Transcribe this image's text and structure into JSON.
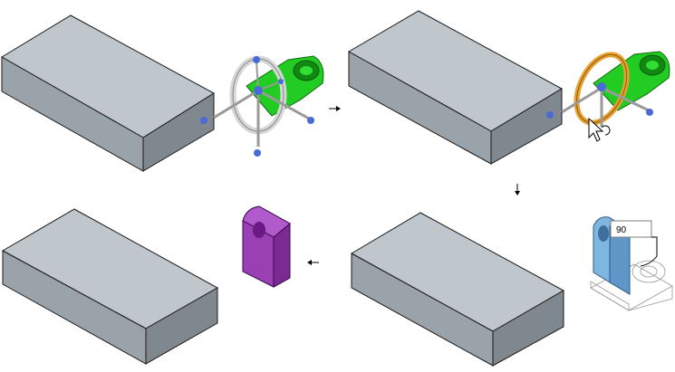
{
  "steps": [
    {
      "id": "step-1",
      "description_visible": false
    },
    {
      "id": "step-2",
      "description_visible": false
    },
    {
      "id": "step-3",
      "description_visible": false
    },
    {
      "id": "step-4",
      "description_visible": false
    }
  ],
  "rotation_value": "90",
  "colors": {
    "box_top": "#bfc6cc",
    "box_front": "#8f979f",
    "box_side": "#7c848c",
    "edge": "#1a1a1a",
    "part_green": "#22cc22",
    "handle_blue": "#4a6bd6",
    "handle_gray": "#c8c8c8",
    "ring_orange": "#e8a030",
    "part_blue": "#7fb6e0",
    "part_purple": "#9b3fb5"
  },
  "icons": {
    "arrow_right": "arrow-right-icon",
    "arrow_down": "arrow-down-icon",
    "arrow_left": "arrow-left-icon",
    "cursor": "mouse-cursor-icon"
  }
}
